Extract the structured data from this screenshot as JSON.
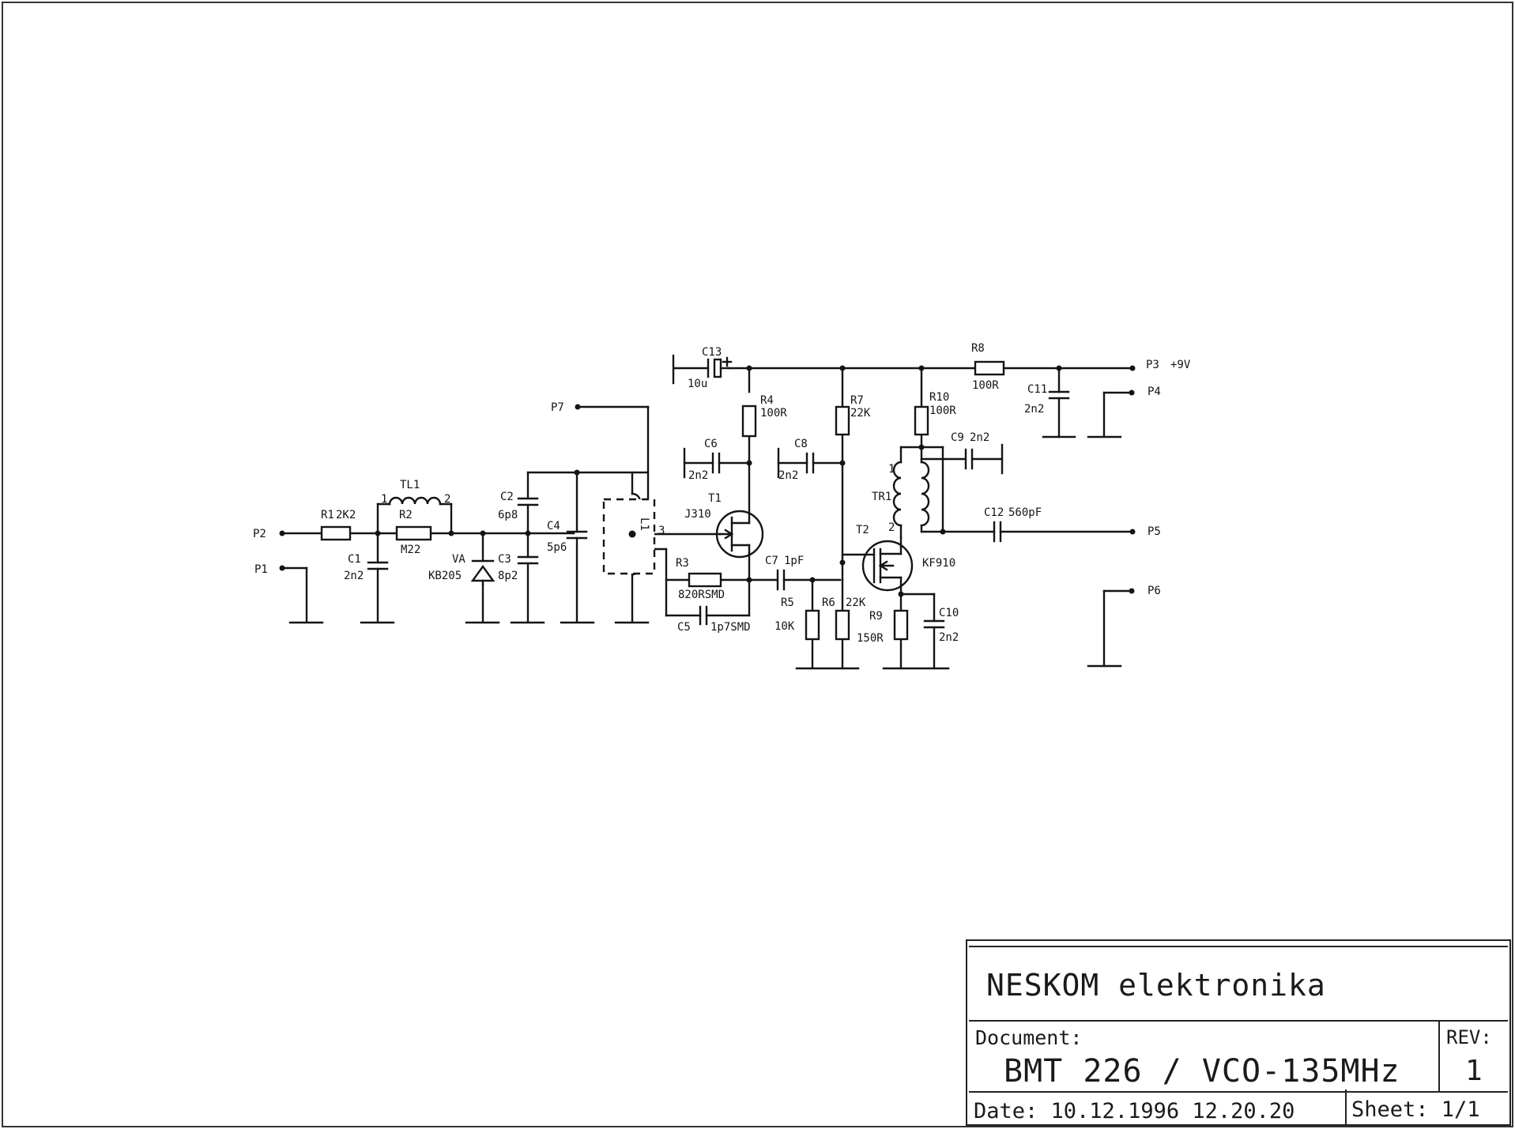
{
  "title_block": {
    "company": "NESKOM elektronika",
    "document_label": "Document:",
    "document": "BMT 226 / VCO-135MHz",
    "rev_label": "REV:",
    "rev": "1",
    "date": "Date: 10.12.1996 12.20.20",
    "sheet": "Sheet: 1/1"
  },
  "ports": {
    "p1": "P1",
    "p2": "P2",
    "p3": "P3",
    "p3_supply": "+9V",
    "p4": "P4",
    "p5": "P5",
    "p6": "P6",
    "p7": "P7"
  },
  "components": {
    "r1": {
      "ref": "R1",
      "value": "2K2"
    },
    "r2": {
      "ref": "R2",
      "value": "M22"
    },
    "r3": {
      "ref": "R3",
      "value": "820RSMD"
    },
    "r4": {
      "ref": "R4",
      "value": "100R"
    },
    "r5": {
      "ref": "R5",
      "value": "10K"
    },
    "r6": {
      "ref": "R6",
      "value": "22K"
    },
    "r7": {
      "ref": "R7",
      "value": "22K"
    },
    "r8": {
      "ref": "R8",
      "value": "100R"
    },
    "r9": {
      "ref": "R9",
      "value": "150R"
    },
    "r10": {
      "ref": "R10",
      "value": "100R"
    },
    "c1": {
      "ref": "C1",
      "value": "2n2"
    },
    "c2": {
      "ref": "C2",
      "value": "6p8"
    },
    "c3": {
      "ref": "C3",
      "value": "8p2"
    },
    "c4": {
      "ref": "C4",
      "value": "5p6"
    },
    "c5": {
      "ref": "C5",
      "value": "1p7SMD"
    },
    "c6": {
      "ref": "C6",
      "value": "2n2"
    },
    "c7": {
      "ref": "C7",
      "value": "1pF"
    },
    "c8": {
      "ref": "C8",
      "value": "2n2"
    },
    "c9": {
      "ref": "C9",
      "value": "2n2"
    },
    "c10": {
      "ref": "C10",
      "value": "2n2"
    },
    "c11": {
      "ref": "C11",
      "value": "2n2"
    },
    "c12": {
      "ref": "C12",
      "value": "560pF"
    },
    "c13": {
      "ref": "C13",
      "value": "10u"
    },
    "va": {
      "ref": "VA",
      "value": "KB205"
    },
    "tl1": {
      "ref": "TL1",
      "pin1": "1",
      "pin2": "2"
    },
    "l1": {
      "ref": "L1",
      "tap": "3"
    },
    "tr1": {
      "ref": "TR1",
      "pin1": "1",
      "pin2": "2"
    },
    "t1": {
      "ref": "T1",
      "value": "J310"
    },
    "t2": {
      "ref": "T2",
      "value": "KF910"
    }
  }
}
